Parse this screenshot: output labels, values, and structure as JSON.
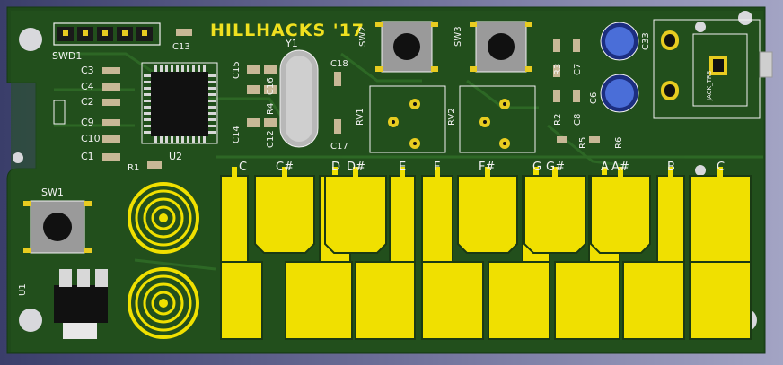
{
  "board": {
    "title": "HILLHACKS '17",
    "colors": {
      "pcb": "#1f4a1a",
      "copper_pour": "#25531f",
      "pad_gold": "#f0e000",
      "silkscreen": "#f2f2f2",
      "title_yellow": "#f0e020",
      "background": "#6d6f98"
    }
  },
  "header": {
    "label": "SWD1"
  },
  "components": {
    "u1": "U1",
    "u2": "U2",
    "y1": "Y1",
    "sw1": "SW1",
    "sw2": "SW2",
    "sw3": "SW3",
    "rv1": "RV1",
    "rv2": "RV2",
    "c13": "C13",
    "c18": "C18",
    "c17": "C17",
    "c15": "C15",
    "c16": "C16",
    "c14": "C14",
    "c12": "C12",
    "r4": "R4",
    "r1": "R1",
    "r2": "R2",
    "r3": "R3",
    "r5": "R5",
    "r6": "R6",
    "c6": "C6",
    "c7": "C7",
    "c8": "C8",
    "c33": "C33",
    "jack": "JACK_TRS",
    "left_caps": [
      "C3",
      "C4",
      "C2",
      "C9",
      "C10",
      "C1"
    ]
  },
  "keyboard": {
    "keys": [
      {
        "note": "C",
        "color": "white"
      },
      {
        "note": "C#",
        "color": "black"
      },
      {
        "note": "D",
        "color": "white"
      },
      {
        "note": "D#",
        "color": "black"
      },
      {
        "note": "E",
        "color": "white"
      },
      {
        "note": "F",
        "color": "white"
      },
      {
        "note": "F#",
        "color": "black"
      },
      {
        "note": "G",
        "color": "white"
      },
      {
        "note": "G#",
        "color": "black"
      },
      {
        "note": "A",
        "color": "white"
      },
      {
        "note": "A#",
        "color": "black"
      },
      {
        "note": "B",
        "color": "white"
      },
      {
        "note": "C",
        "color": "white"
      }
    ]
  }
}
